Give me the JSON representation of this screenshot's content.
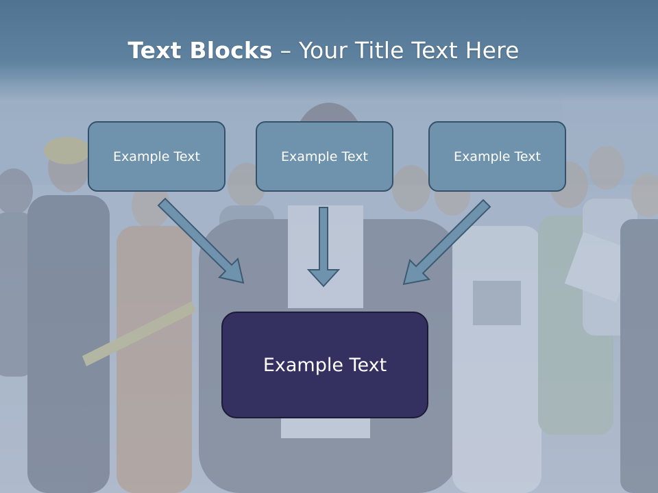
{
  "slide": {
    "title_bold": "Text Blocks",
    "title_dash": " – ",
    "title_rest": "Your Title Text Here"
  },
  "blocks": [
    {
      "label": "Example Text"
    },
    {
      "label": "Example Text"
    },
    {
      "label": "Example Text"
    }
  ],
  "main_block": {
    "label": "Example Text"
  },
  "colors": {
    "header_band": "#587b99",
    "small_box_fill": "#6f93ad",
    "small_box_border": "#35516a",
    "main_box_fill": "#34305f",
    "arrow_fill": "#6f93ad",
    "arrow_stroke": "#3d5a72"
  }
}
